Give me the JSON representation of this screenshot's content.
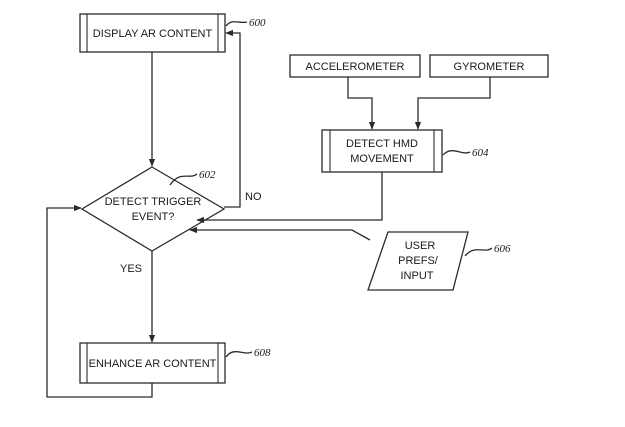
{
  "nodes": {
    "display_ar": {
      "label": "DISPLAY AR CONTENT",
      "ref": "600"
    },
    "accelerometer": {
      "label": "ACCELEROMETER"
    },
    "gyrometer": {
      "label": "GYROMETER"
    },
    "detect_hmd": {
      "line1": "DETECT HMD",
      "line2": "MOVEMENT",
      "ref": "604"
    },
    "detect_trigger": {
      "line1": "DETECT TRIGGER",
      "line2": "EVENT?",
      "ref": "602"
    },
    "user_prefs": {
      "line1": "USER",
      "line2": "PREFS/",
      "line3": "INPUT",
      "ref": "606"
    },
    "enhance_ar": {
      "label": "ENHANCE AR CONTENT",
      "ref": "608"
    }
  },
  "edges": {
    "no_label": "NO",
    "yes_label": "YES"
  }
}
